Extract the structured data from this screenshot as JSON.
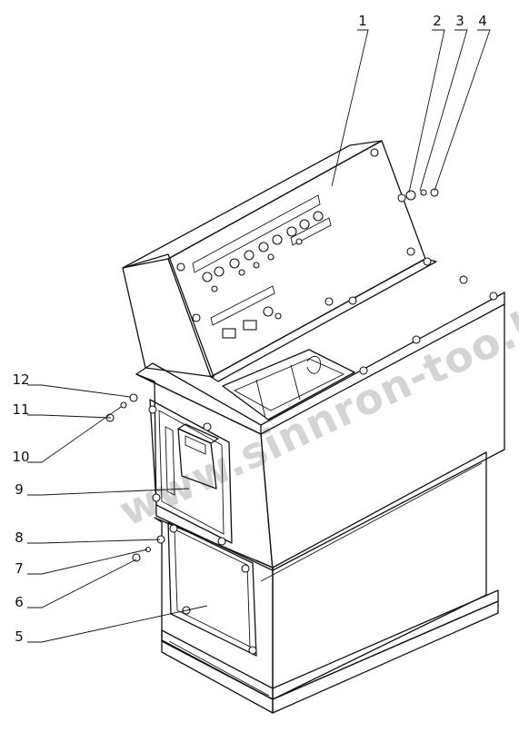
{
  "watermark": "www.sinnron-too.kz",
  "callouts": [
    {
      "id": "1",
      "label": "1"
    },
    {
      "id": "2",
      "label": "2"
    },
    {
      "id": "3",
      "label": "3"
    },
    {
      "id": "4",
      "label": "4"
    },
    {
      "id": "5",
      "label": "5"
    },
    {
      "id": "6",
      "label": "6"
    },
    {
      "id": "7",
      "label": "7"
    },
    {
      "id": "8",
      "label": "8"
    },
    {
      "id": "9",
      "label": "9"
    },
    {
      "id": "10",
      "label": "10"
    },
    {
      "id": "11",
      "label": "11"
    },
    {
      "id": "12",
      "label": "12"
    }
  ]
}
